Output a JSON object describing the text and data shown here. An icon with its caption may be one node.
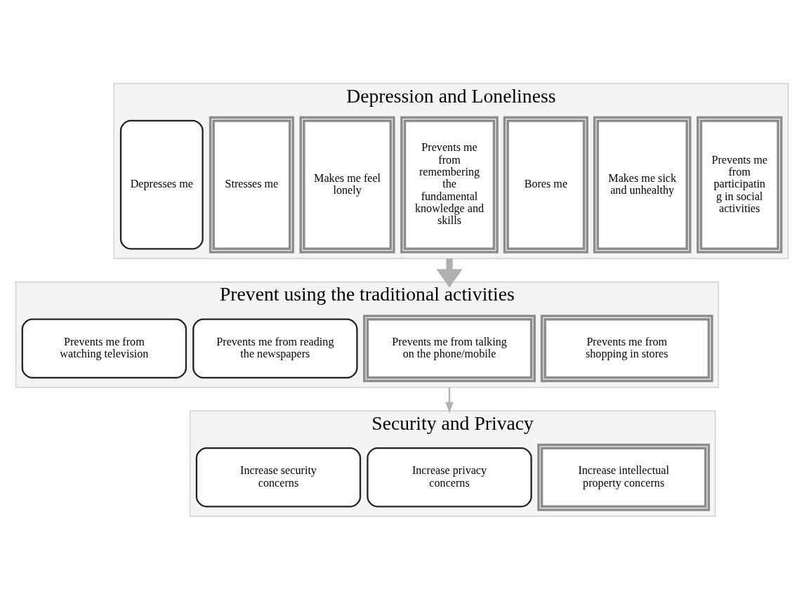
{
  "diagram": {
    "nodes": [
      {
        "text": [
          "Depression and Loneliness"
        ]
      },
      {
        "text": [
          "Depresses me"
        ],
        "in": 0
      },
      {
        "text": [
          "Stresses me"
        ],
        "in": 0
      },
      {
        "text": [
          "Makes me feel lonely"
        ],
        "in": 0
      },
      {
        "text": [
          "Prevents me from remembering the fundamental knowledge and skills"
        ],
        "in": 0
      },
      {
        "text": [
          "Bores me"
        ],
        "in": 0
      },
      {
        "text": [
          "Makes me sick and unhealthy"
        ],
        "in": 0
      },
      {
        "text": [
          "Prevents me from participatin g in social activities"
        ],
        "in": 0
      },
      {
        "text": [
          "Prevent using the traditional activities"
        ]
      },
      {
        "text": [
          "Prevents me from watching television"
        ],
        "in": 8
      },
      {
        "text": [
          "Prevents me from reading the newspapers"
        ],
        "in": 8
      },
      {
        "text": [
          "Prevents me from talking on the phone/mobile"
        ],
        "in": 8
      },
      {
        "text": [
          "Prevents me from shopping in stores"
        ],
        "in": 8
      },
      {
        "text": [
          "Security and Privacy"
        ]
      },
      {
        "text": [
          "Increase security concerns"
        ],
        "in": 13
      },
      {
        "text": [
          "Increase privacy concerns"
        ],
        "in": 13
      },
      {
        "text": [
          "Increase intellectual property concerns"
        ],
        "in": 13
      }
    ],
    "edges": [
      {
        "from": 0,
        "to": 8,
        "arrow": "to",
        "style": "thick"
      },
      {
        "from": 8,
        "to": 13,
        "arrow": "to"
      }
    ]
  }
}
